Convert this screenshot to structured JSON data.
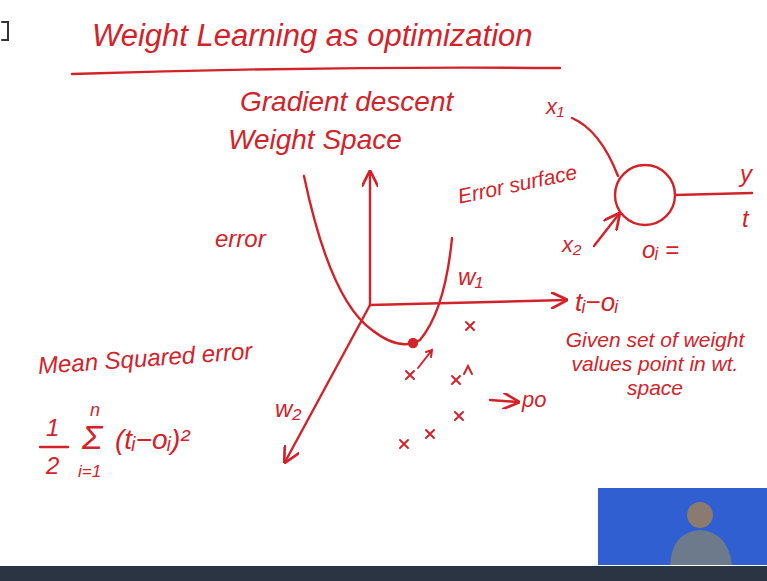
{
  "diagram": {
    "title": "Weight Learning as optimization",
    "labels": [
      "Gradient descent",
      "Weight Space",
      "Error surface",
      "error",
      "w₁",
      "w₂",
      "tᵢ−oᵢ",
      "x₁",
      "x₂",
      "y",
      "oᵢ =",
      "t",
      "Mean Squared error",
      "1",
      "2",
      "n",
      "Σ",
      "i=1",
      "(tᵢ−oᵢ)²",
      "Given set of weight values point in wt. space",
      "po"
    ]
  }
}
